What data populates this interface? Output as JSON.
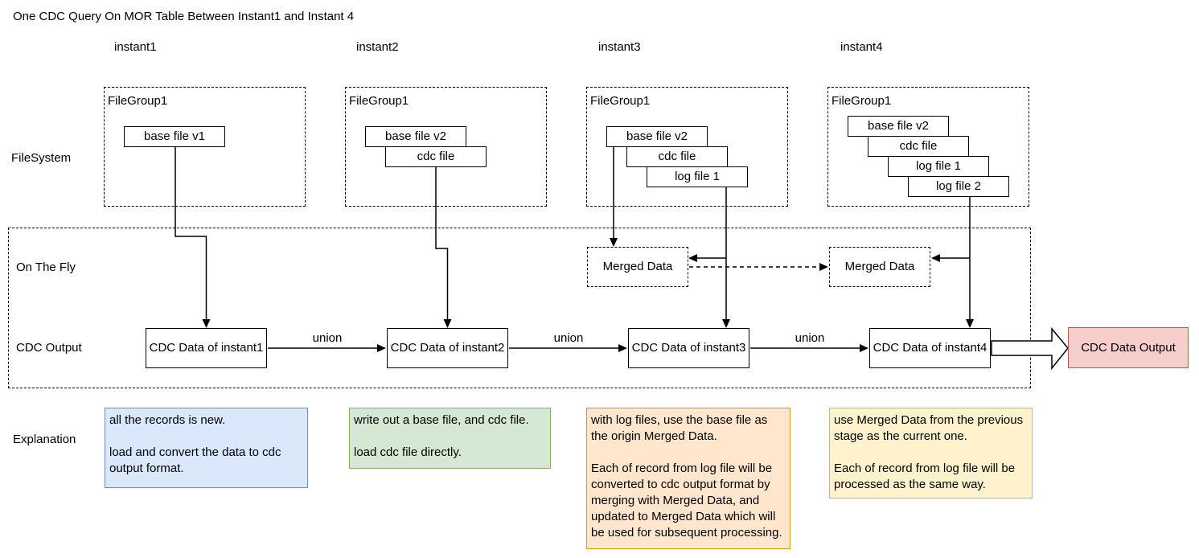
{
  "title": "One CDC Query On MOR Table Between Instant1 and Instant 4",
  "rows": {
    "filesystem": "FileSystem",
    "on_the_fly": "On The Fly",
    "cdc_output": "CDC Output",
    "explanation": "Explanation"
  },
  "union_label": "union",
  "output_label": "CDC Data Output",
  "columns": [
    {
      "instant": "instant1",
      "filegroup": "FileGroup1",
      "files": [
        "base file v1"
      ],
      "cdc_label": "CDC Data of instant1",
      "explanation": "all the records is new.\n\nload and convert the data to cdc output format."
    },
    {
      "instant": "instant2",
      "filegroup": "FileGroup1",
      "files": [
        "base file v2",
        "cdc file"
      ],
      "cdc_label": "CDC Data of instant2",
      "explanation": "write out a base file, and cdc file.\n\nload cdc file directly."
    },
    {
      "instant": "instant3",
      "filegroup": "FileGroup1",
      "files": [
        "base file v2",
        "cdc file",
        "log file 1"
      ],
      "merged": "Merged Data",
      "cdc_label": "CDC Data of instant3",
      "explanation": "with log files, use the base file as the origin Merged Data.\n\nEach of record from log file will be converted to cdc output format by merging with Merged Data, and updated to Merged Data which will be used for subsequent processing."
    },
    {
      "instant": "instant4",
      "filegroup": "FileGroup1",
      "files": [
        "base file v2",
        "cdc file",
        "log file 1",
        "log file 2"
      ],
      "merged": "Merged Data",
      "cdc_label": "CDC Data of instant4",
      "explanation": "use Merged Data from the previous stage as the current one.\n\nEach of record from log file will be processed as the same way."
    }
  ],
  "colors": {
    "explanation_instant1_fill": "#dae8fc",
    "explanation_instant1_stroke": "#6c8ebf",
    "explanation_instant2_fill": "#d5e8d4",
    "explanation_instant2_stroke": "#82b366",
    "explanation_instant3_fill": "#ffe6cc",
    "explanation_instant3_stroke": "#d79b00",
    "explanation_instant4_fill": "#fff2cc",
    "explanation_instant4_stroke": "#d6b656",
    "cdc_output_fill": "#f8cecc",
    "cdc_output_stroke": "#b85450",
    "line_color": "#000000"
  }
}
